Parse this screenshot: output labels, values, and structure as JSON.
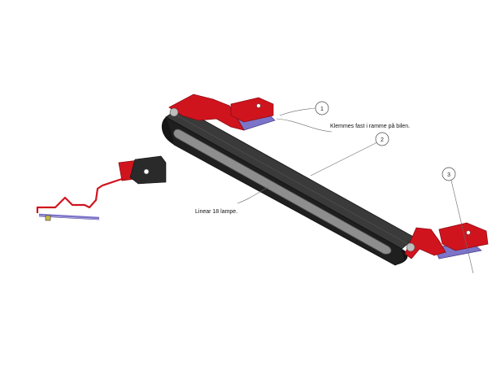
{
  "callouts": [
    {
      "number": "1",
      "text": "Klemmes fast i ramme på bilen."
    },
    {
      "number": "2",
      "text": "Linear 18 lampe."
    },
    {
      "number": "3",
      "text": ""
    }
  ],
  "colors": {
    "bracket_red": "#d0141e",
    "bracket_dark_red": "#8e0b12",
    "clamp_purple": "#7c74c8",
    "lamp_black": "#222222",
    "lens_gray": "#8e8e8e",
    "leader_line": "#6a6a6a"
  }
}
